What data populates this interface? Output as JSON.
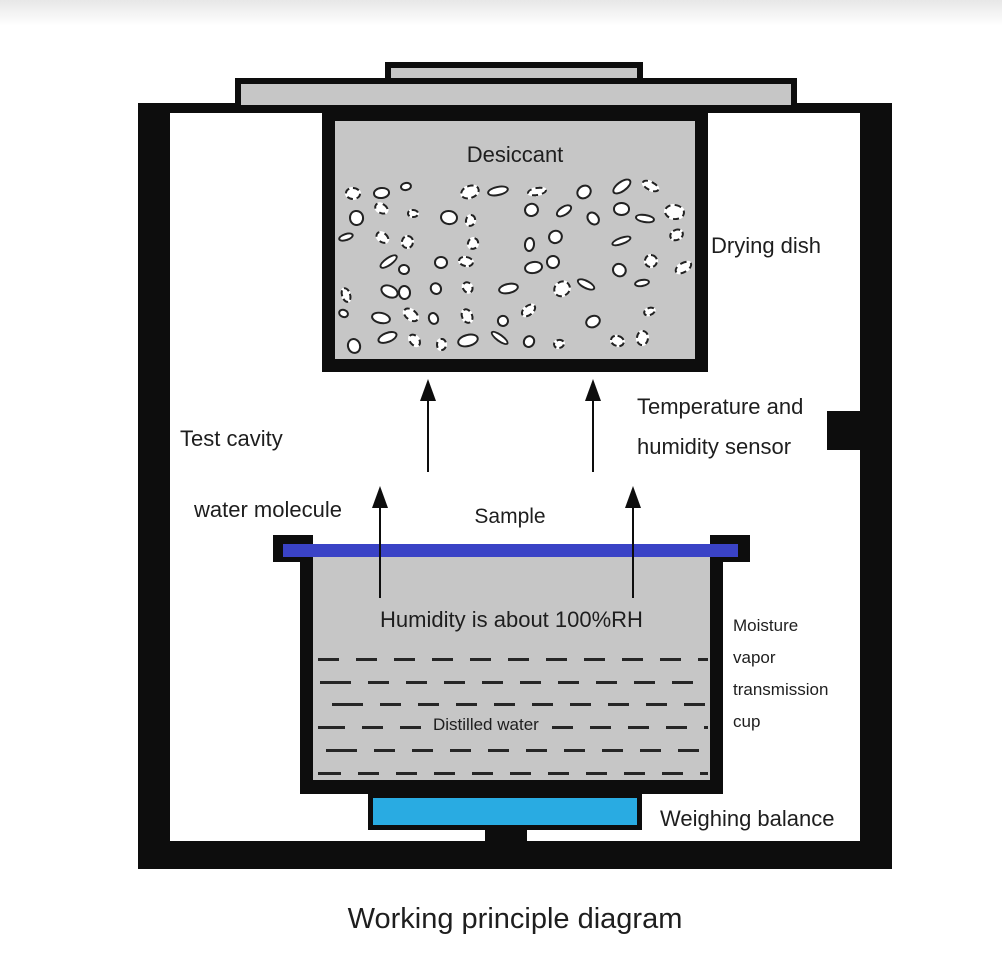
{
  "title": "Working principle diagram",
  "labels": {
    "desiccant": "Desiccant",
    "drying_dish": "Drying dish",
    "test_cavity": "Test cavity",
    "temperature_sensor": [
      "Temperature and",
      "humidity sensor"
    ],
    "water_molecule": "water molecule",
    "sample": "Sample",
    "humidity": "Humidity is about 100%RH",
    "distilled_water": "Distilled water",
    "moisture_cup": [
      "Moisture",
      "vapor",
      "transmission",
      "cup"
    ],
    "weighing_balance": "Weighing balance"
  },
  "colors": {
    "structure-black": "#0d0d0d",
    "container-gray": "#c6c6c6",
    "sample-blue": "#3a43c6",
    "balance-cyan": "#29abe2",
    "granule-white": "#ffffff",
    "text-dark": "#1e1e1e"
  },
  "granules": {
    "seed": 11,
    "rows": 7,
    "cols": 12
  }
}
